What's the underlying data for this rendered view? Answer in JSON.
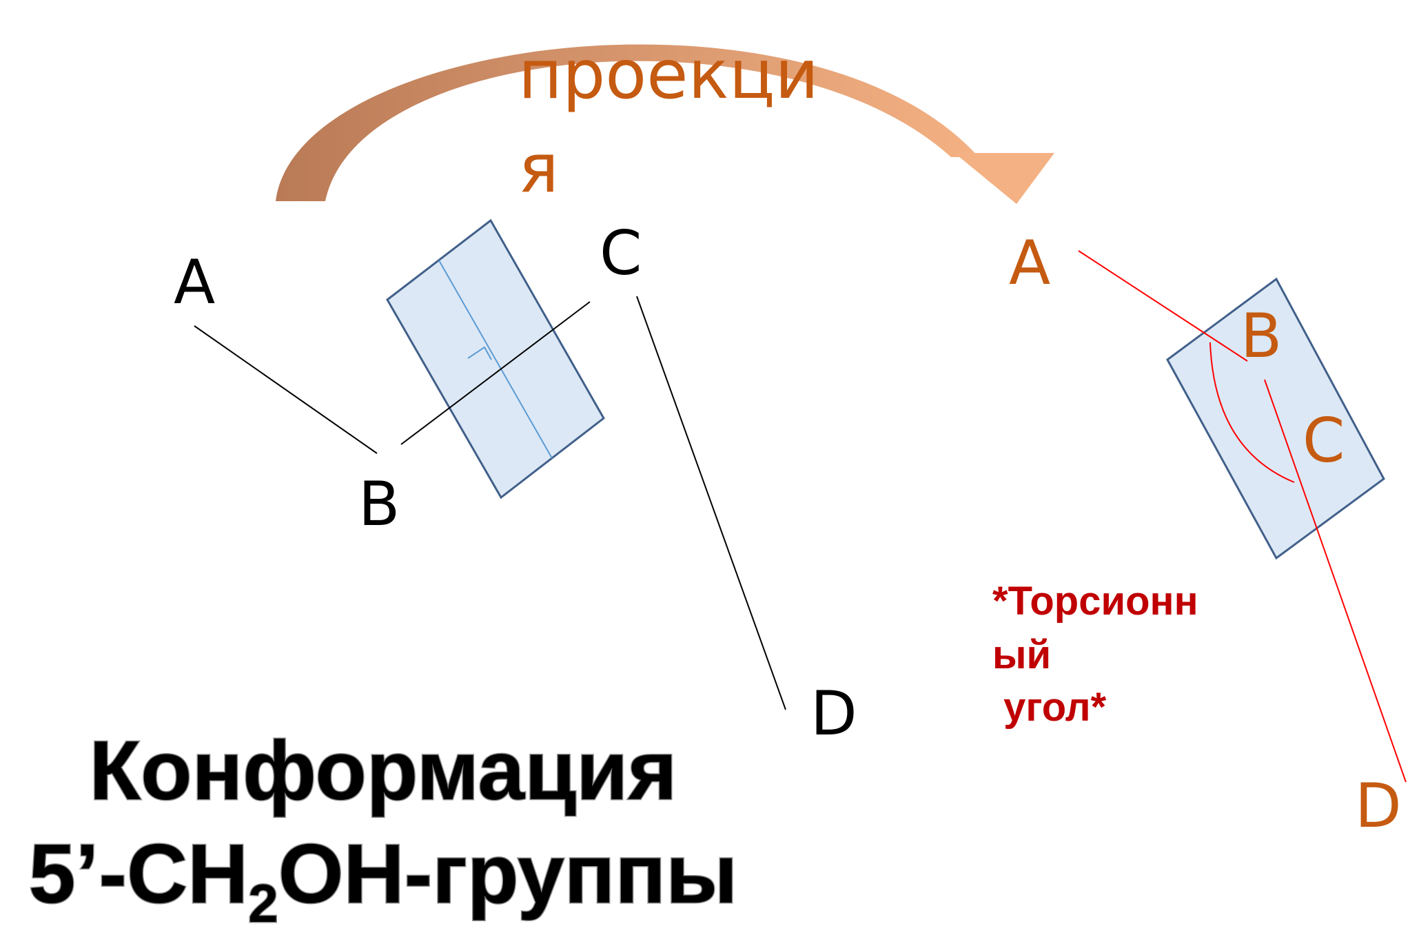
{
  "projection_label": [
    "проекци",
    "я"
  ],
  "left_diagram": {
    "A": "A",
    "B": "B",
    "C": "C",
    "D": "D"
  },
  "right_diagram": {
    "A": "A",
    "B": "B",
    "C": "C",
    "D": "D"
  },
  "torsion_label": [
    "*Торсионн",
    "ый",
    " угол*"
  ],
  "title": {
    "line1": "Конформация",
    "line2_prefix": "5’-CH",
    "line2_sub": "2",
    "line2_suffix": "OH-группы"
  },
  "colors": {
    "arrow_start": "#b97a56",
    "arrow_end": "#f4b183",
    "plane_fill": "#dce8f5",
    "plane_stroke": "#41608a",
    "projection_text": "#c55a11",
    "right_lines": "#ff0000",
    "torsion_text": "#c00000"
  }
}
